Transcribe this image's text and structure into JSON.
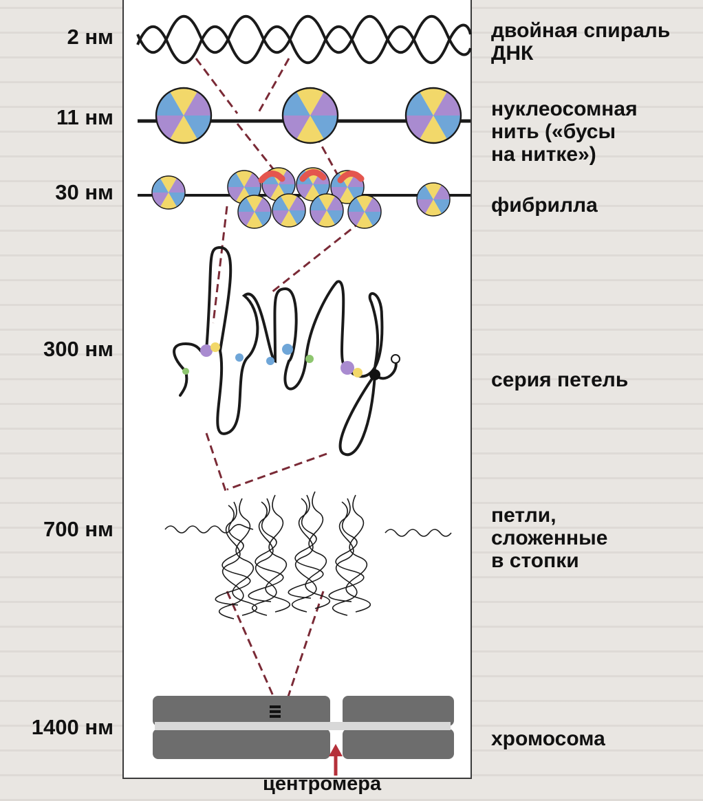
{
  "levels": [
    {
      "scale": "2 нм",
      "label": "двойная спираль\nДНК"
    },
    {
      "scale": "11 нм",
      "label": "нуклеосомная\nнить («бусы\nна нитке»)"
    },
    {
      "scale": "30 нм",
      "label": "фибрилла"
    },
    {
      "scale": "300 нм",
      "label": "серия петель"
    },
    {
      "scale": "700 нм",
      "label": "петли,\nсложенные\nв стопки"
    },
    {
      "scale": "1400 нм",
      "label": "хромосома"
    }
  ],
  "centromere_label": "центромера",
  "colors": {
    "strand": "#1a1a1a",
    "connector": "#7a2a36",
    "nucleosome_blue": "#6fa6d8",
    "nucleosome_purple": "#a98bd0",
    "nucleosome_yellow": "#f2d86a",
    "nucleosome_cyan": "#b8e0e8",
    "histone_h1": "#e4564e",
    "chromosome": "#6d6d6d",
    "arrow": "#b5303a"
  }
}
